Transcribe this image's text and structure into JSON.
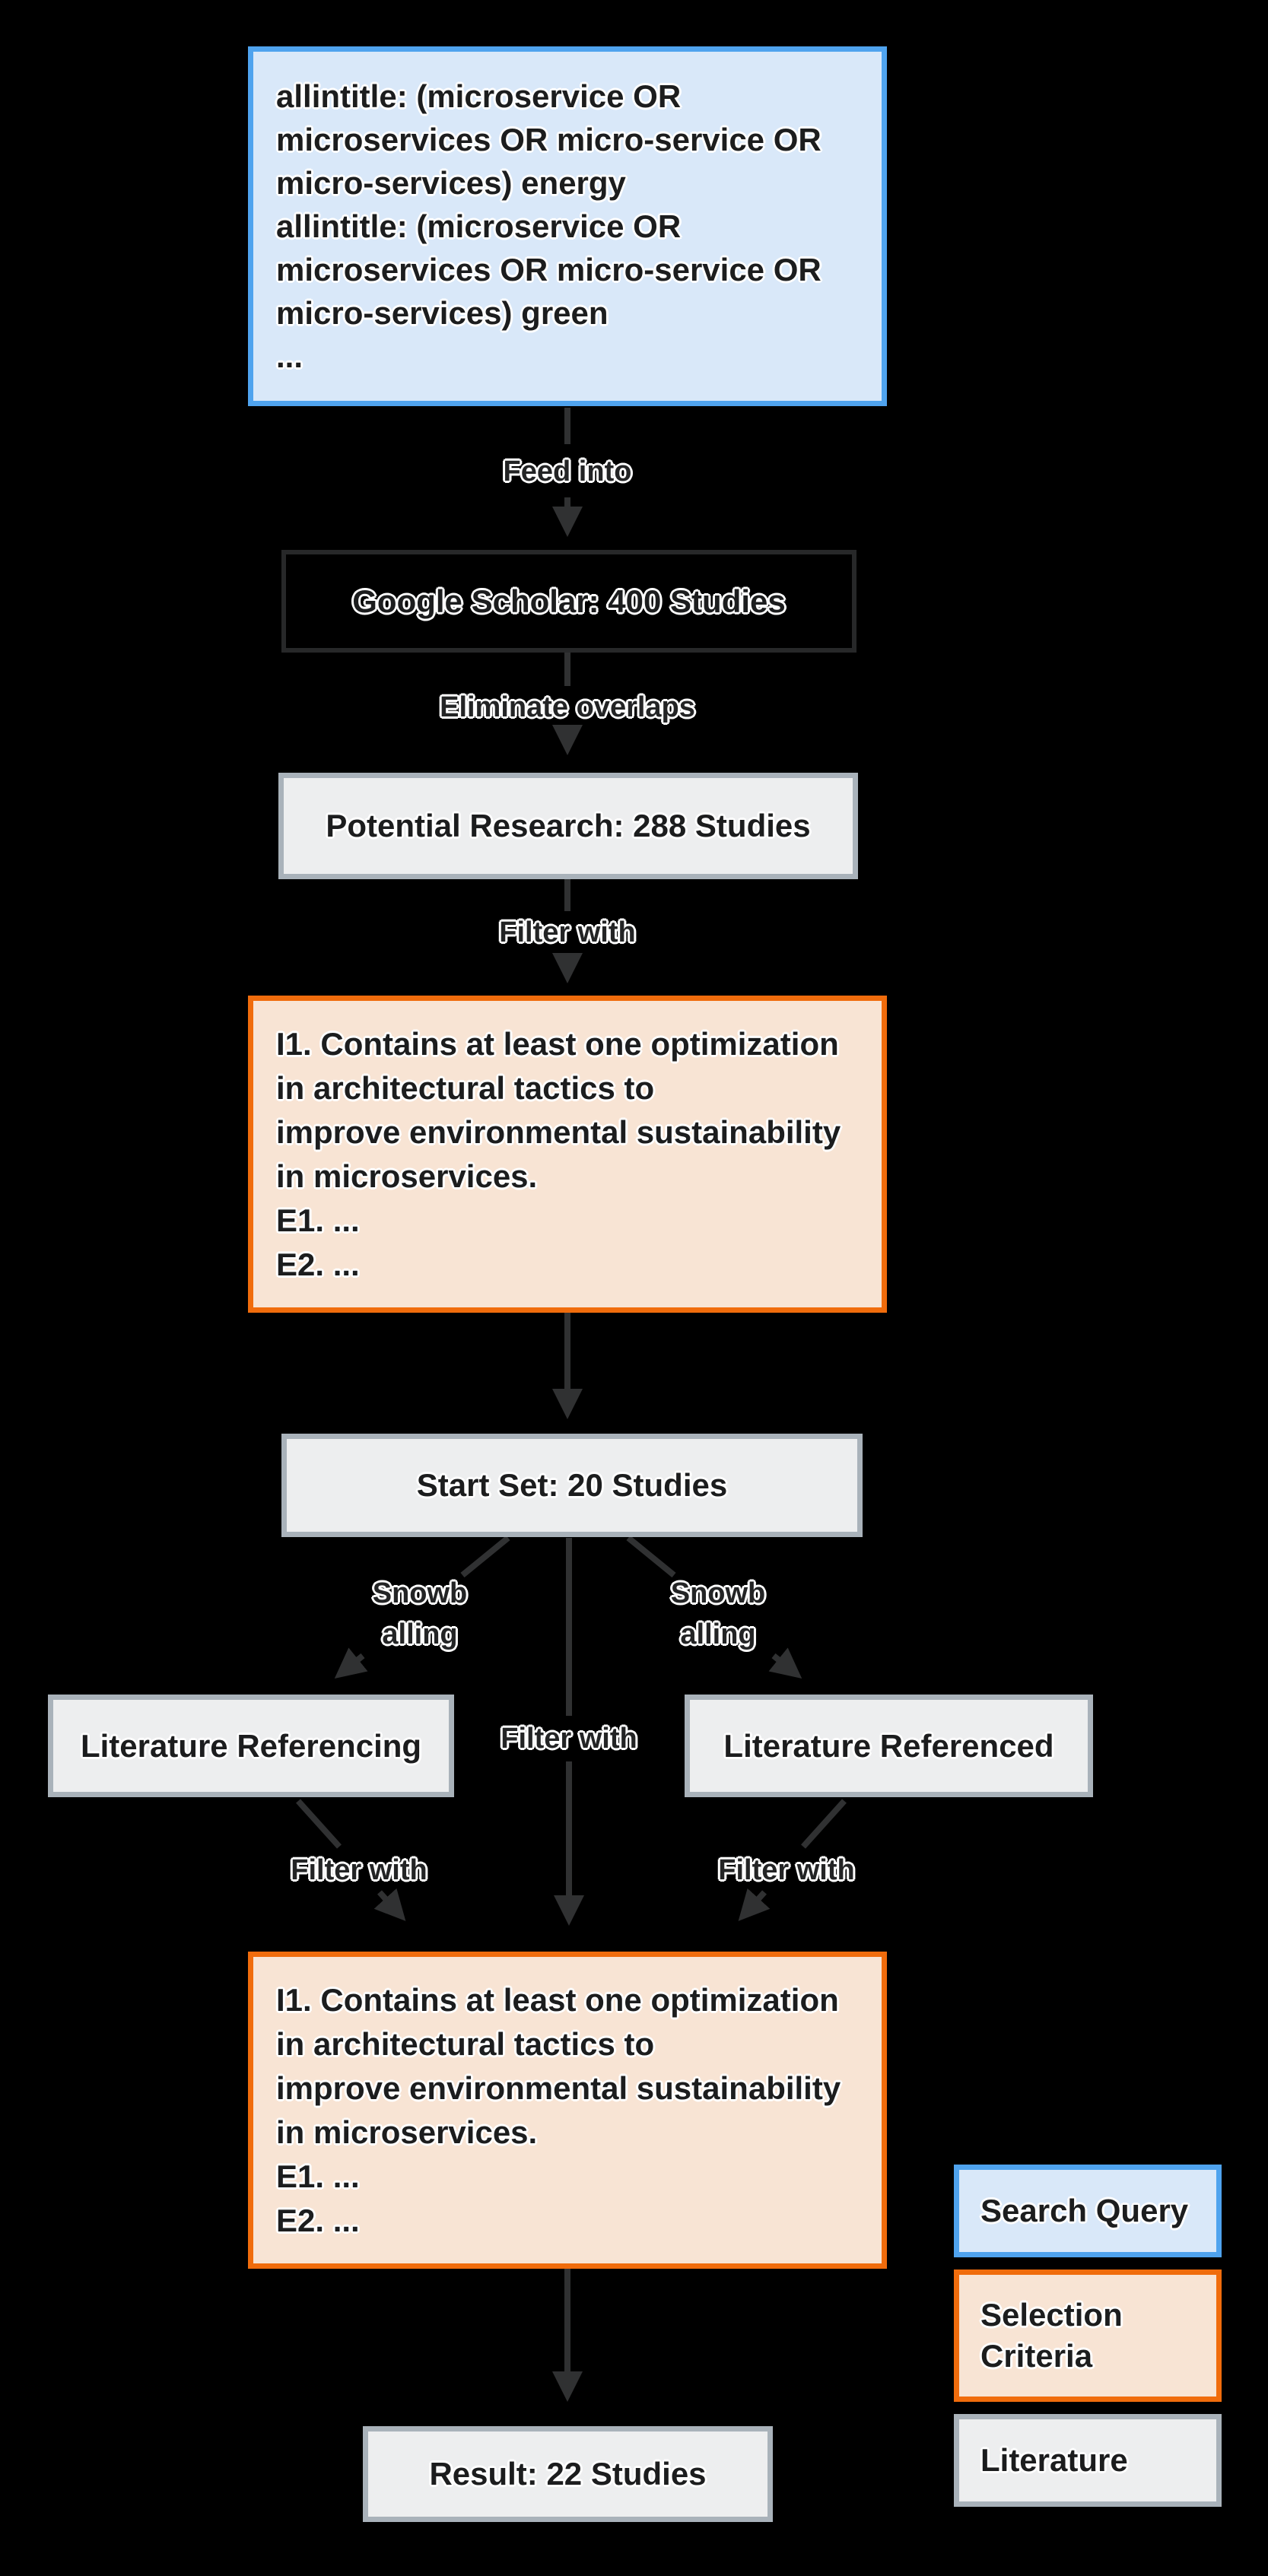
{
  "diagram": {
    "nodes": {
      "search_query": {
        "lines": [
          "allintitle: (microservice OR",
          "microservices OR micro-service OR",
          "micro-services) energy",
          "allintitle: (microservice OR",
          "microservices OR micro-service OR",
          "micro-services) green",
          "..."
        ]
      },
      "google_scholar": {
        "label": "Google Scholar: 400 Studies"
      },
      "potential_research": {
        "label": "Potential Research: 288 Studies"
      },
      "criteria_top": {
        "lines": [
          "I1. Contains at least one optimization",
          "in architectural tactics to",
          "improve environmental sustainability",
          "in microservices.",
          "E1. ...",
          "E2. ..."
        ]
      },
      "start_set": {
        "label": "Start Set: 20 Studies"
      },
      "literature_referencing": {
        "label": "Literature Referencing"
      },
      "literature_referenced": {
        "label": "Literature Referenced"
      },
      "criteria_bottom": {
        "lines": [
          "I1. Contains at least one optimization",
          "in architectural tactics to",
          "improve environmental sustainability",
          "in microservices.",
          "E1. ...",
          "E2. ..."
        ]
      },
      "result": {
        "label": "Result: 22 Studies"
      }
    },
    "edge_labels": {
      "feed_into": "Feed into",
      "eliminate_overlaps": "Eliminate overlaps",
      "filter_with_top": "Filter with",
      "snowballing_line1": "Snowb",
      "snowballing_line2": "alling",
      "filter_with_middle": "Filter with",
      "filter_with_left": "Filter with",
      "filter_with_right": "Filter with"
    },
    "legend": {
      "search_query": "Search Query",
      "selection_criteria_line1": "Selection",
      "selection_criteria_line2": "Criteria",
      "literature": "Literature"
    },
    "colors": {
      "background": "#000000",
      "blue_border": "#4FA3EE",
      "blue_fill": "#D9E8F9",
      "orange_border": "#F06C0C",
      "orange_fill": "#F8E4D4",
      "gray_border": "#A9B2BA",
      "gray_fill": "#EDEEEF",
      "dark_border": "#272829",
      "arrow": "#303132",
      "text": "#1C1D1E"
    }
  }
}
